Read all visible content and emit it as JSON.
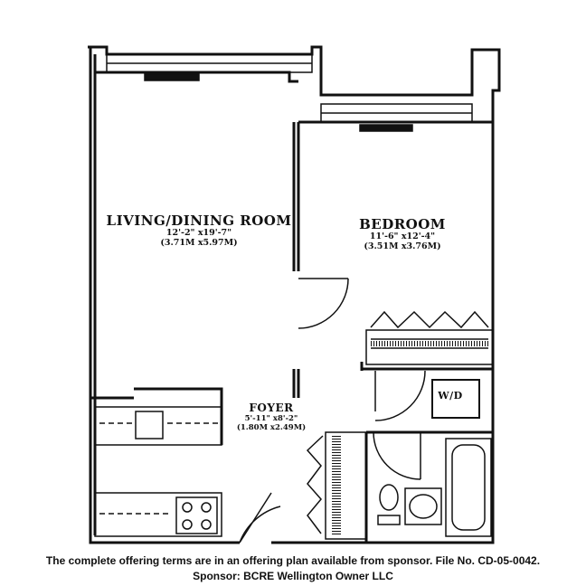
{
  "rooms": {
    "living": {
      "name": "LIVING/DINING ROOM",
      "dim_imperial": "12'-2\" x19'-7\"",
      "dim_metric": "(3.71M x5.97M)"
    },
    "bedroom": {
      "name": "BEDROOM",
      "dim_imperial": "11'-6\" x12'-4\"",
      "dim_metric": "(3.51M x3.76M)"
    },
    "foyer": {
      "name": "FOYER",
      "dim_imperial": "5'-11\" x8'-2\"",
      "dim_metric": "(1.80M x2.49M)"
    },
    "washer_dryer": "W/D"
  },
  "footer": {
    "line1": "The complete offering terms are in an offering plan available from sponsor. File No. CD-05-0042.",
    "line2": "Sponsor: BCRE Wellington Owner LLC"
  }
}
